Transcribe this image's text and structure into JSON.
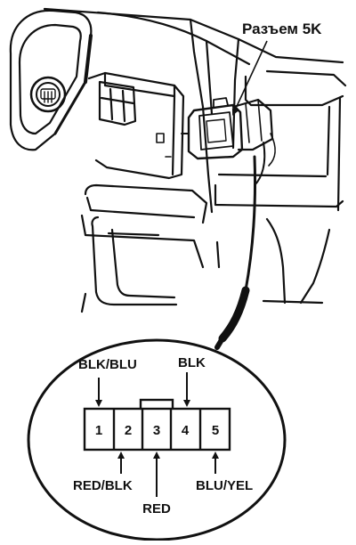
{
  "connector_title": "Разъем 5K",
  "pins": [
    {
      "number": "1",
      "wire": "BLK/BLU",
      "side": "top"
    },
    {
      "number": "2",
      "wire": "RED/BLK",
      "side": "bottom"
    },
    {
      "number": "3",
      "wire": "RED",
      "side": "bottom"
    },
    {
      "number": "4",
      "wire": "BLK",
      "side": "top"
    },
    {
      "number": "5",
      "wire": "BLU/YEL",
      "side": "bottom"
    }
  ],
  "colors": {
    "ink": "#111111",
    "paper": "#ffffff"
  }
}
